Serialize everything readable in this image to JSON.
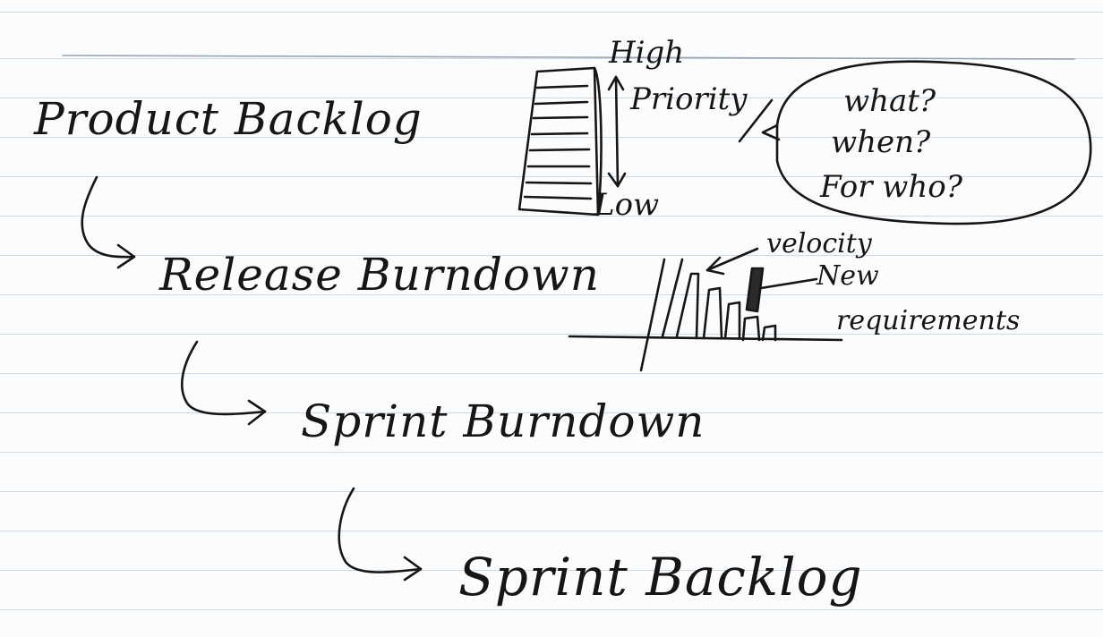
{
  "diagram": {
    "flow": [
      {
        "label": "Product Backlog"
      },
      {
        "label": "Release Burndown"
      },
      {
        "label": "Sprint Burndown"
      },
      {
        "label": "Sprint Backlog"
      }
    ],
    "backlog_sketch": {
      "high_label": "High",
      "priority_label": "Priority",
      "low_label": "Low"
    },
    "speech_bubble": {
      "lines": [
        "what?",
        "when?",
        "For who?"
      ]
    },
    "burndown_sketch": {
      "velocity_label": "velocity",
      "new_label": "New",
      "requirements_label": "requirements"
    }
  }
}
